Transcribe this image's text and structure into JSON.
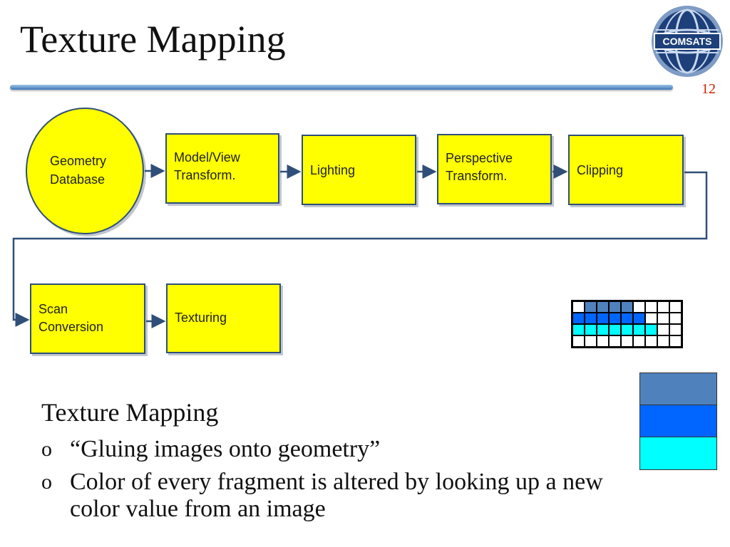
{
  "slide": {
    "title": "Texture Mapping",
    "number": "12",
    "logo_text": "COMSATS"
  },
  "pipeline": {
    "geometry_database": "Geometry\nDatabase",
    "model_view": "Model/View\nTransform.",
    "lighting": "Lighting",
    "perspective": "Perspective\nTransform.",
    "clipping": "Clipping",
    "scan_conversion": "Scan\nConversion",
    "texturing": "Texturing"
  },
  "colors": {
    "box_fill": "#ffff00",
    "box_border": "#2f4f78",
    "arrow": "#2f4f78",
    "steel_blue": "#4f81bd",
    "bright_blue": "#0066ff",
    "cyan": "#00ffff",
    "white": "#ffffff"
  },
  "texture_grid": {
    "rows": [
      [
        "white",
        "steel_blue",
        "steel_blue",
        "steel_blue",
        "steel_blue",
        "white",
        "white",
        "white",
        "white"
      ],
      [
        "bright_blue",
        "bright_blue",
        "bright_blue",
        "bright_blue",
        "bright_blue",
        "bright_blue",
        "white",
        "white",
        "white"
      ],
      [
        "cyan",
        "cyan",
        "cyan",
        "cyan",
        "cyan",
        "cyan",
        "cyan",
        "white",
        "white"
      ],
      [
        "white",
        "white",
        "white",
        "white",
        "white",
        "white",
        "white",
        "white",
        "white"
      ]
    ]
  },
  "texture_swatches": [
    "steel_blue",
    "bright_blue",
    "cyan"
  ],
  "content": {
    "heading": "Texture Mapping",
    "bullet_marker": "o",
    "bullets": [
      "“Gluing images onto geometry”",
      "Color of every fragment is altered by looking up a new color value from an image"
    ]
  }
}
